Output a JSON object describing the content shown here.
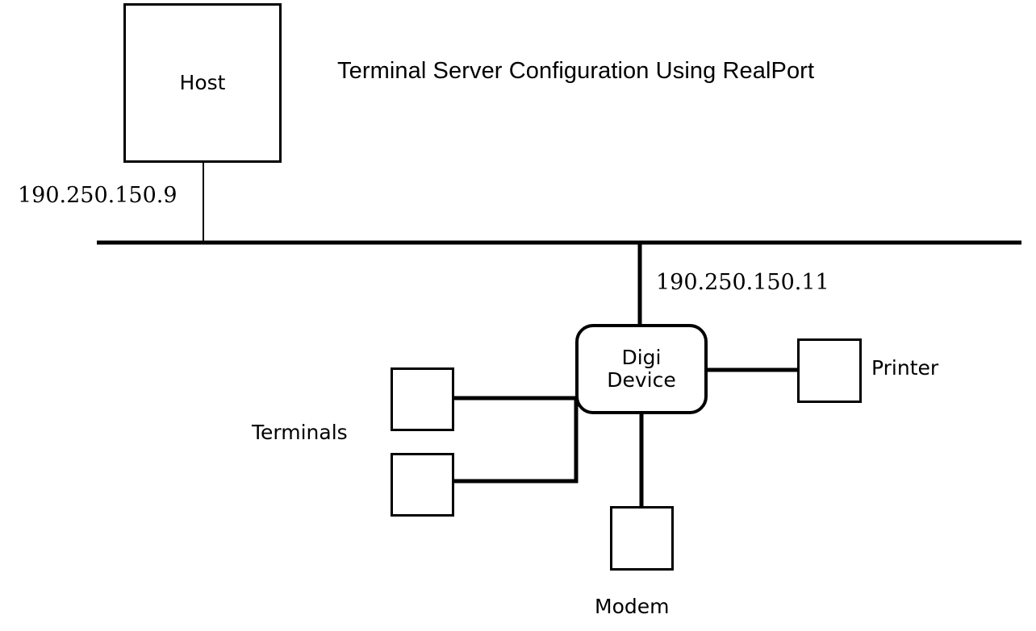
{
  "diagram": {
    "title": "Terminal Server Configuration Using RealPort",
    "type": "network-topology",
    "background_color": "#ffffff",
    "line_color": "#000000"
  },
  "nodes": {
    "host": {
      "label": "Host",
      "shape": "rectangle"
    },
    "digi_device": {
      "label": "Digi\nDevice",
      "shape": "rounded-rectangle"
    },
    "terminal_top": {
      "label": "",
      "shape": "rectangle"
    },
    "terminal_bottom": {
      "label": "",
      "shape": "rectangle"
    },
    "printer": {
      "label": "",
      "shape": "rectangle"
    },
    "modem": {
      "label": "",
      "shape": "rectangle"
    }
  },
  "labels": {
    "host_ip": "190.250.150.9",
    "digi_ip": "190.250.150.11",
    "terminals": "Terminals",
    "printer": "Printer",
    "modem": "Modem"
  },
  "connections": [
    {
      "from": "host",
      "to": "network-bus",
      "style": "thin-vertical"
    },
    {
      "from": "digi_device",
      "to": "network-bus",
      "style": "thick-vertical"
    },
    {
      "from": "terminal_top",
      "to": "digi_device",
      "style": "thick-horizontal"
    },
    {
      "from": "terminal_bottom",
      "to": "digi_device",
      "style": "thick-elbow"
    },
    {
      "from": "digi_device",
      "to": "printer",
      "style": "thick-horizontal"
    },
    {
      "from": "digi_device",
      "to": "modem",
      "style": "thick-vertical"
    }
  ]
}
